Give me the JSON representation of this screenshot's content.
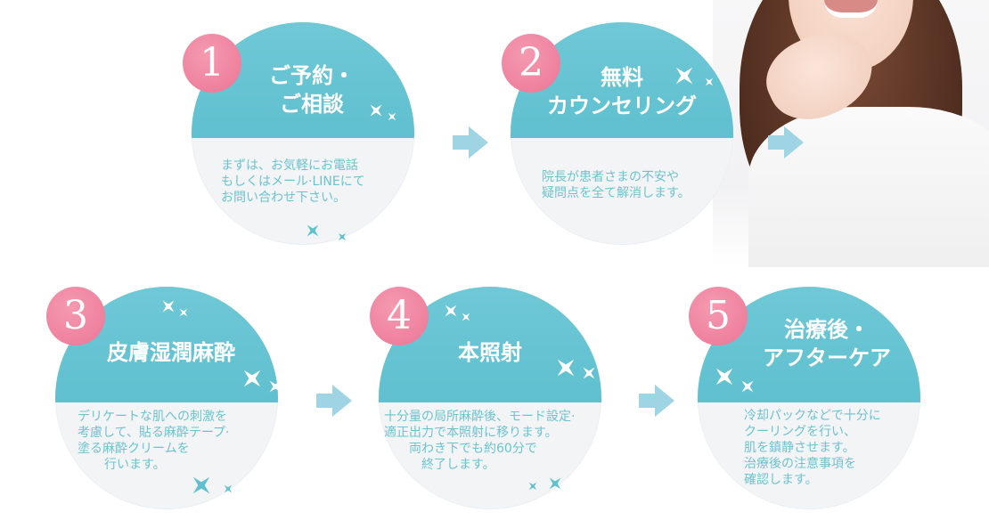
{
  "steps": [
    {
      "number": "1",
      "title_line1": "ご予約・",
      "title_line2": "ご相談",
      "body": [
        "まずは、お気軽にお電話",
        "もしくはメール·LINEにて",
        "お問い合わせ下さい。"
      ]
    },
    {
      "number": "2",
      "title_line1": "無料",
      "title_line2": "カウンセリング",
      "body": [
        "院長が患者さまの不安や",
        "疑問点を全て解消します。"
      ]
    },
    {
      "number": "3",
      "title_line1": "皮膚湿潤麻酔",
      "title_line2": "",
      "body": [
        "デリケートな肌への刺激を",
        "考慮して、貼る麻酔テープ·",
        "塗る麻酔クリームを",
        "行います。"
      ]
    },
    {
      "number": "4",
      "title_line1": "本照射",
      "title_line2": "",
      "body": [
        "十分量の局所麻酔後、モード設定·",
        "適正出力で本照射に移ります。",
        "両わき下でも約60分で",
        "終了します。"
      ]
    },
    {
      "number": "5",
      "title_line1": "治療後・",
      "title_line2": "アフターケア",
      "body": [
        "冷却パックなどで十分に",
        "クーリングを行い、",
        "肌を鎮静させます。",
        "治療後の注意事項を",
        "確認します。"
      ]
    }
  ],
  "colors": {
    "cap": "#5fc0cf",
    "number_badge": "#ee7f9c",
    "body_text": "#6cc3cf",
    "arrow": "#9ed4e3"
  },
  "icons": [
    "arrow-right-icon",
    "sparkle-icon"
  ]
}
